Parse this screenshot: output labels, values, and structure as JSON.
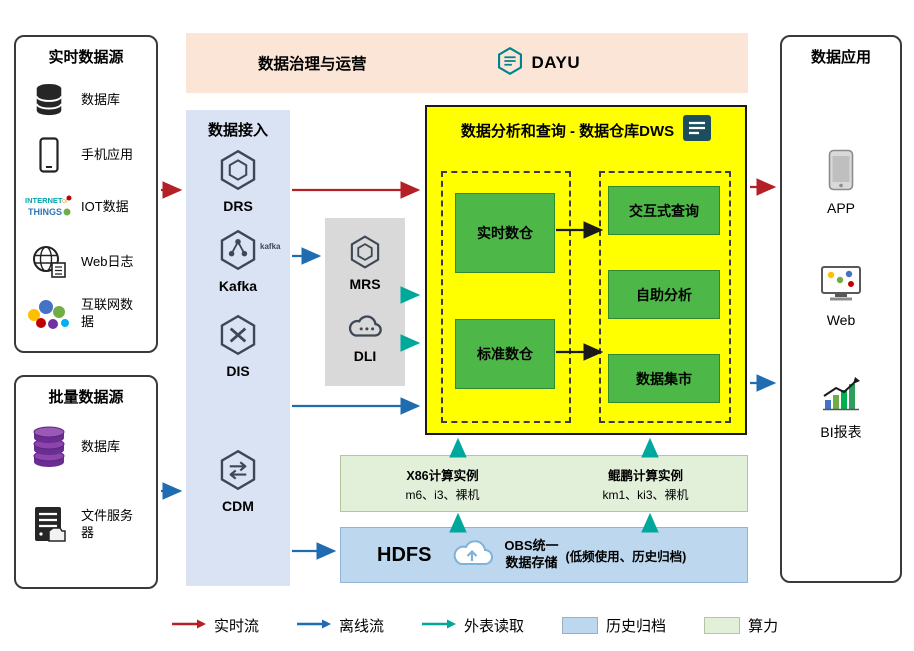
{
  "realtime_sources": {
    "title": "实时数据源",
    "items": [
      {
        "label": "数据库",
        "icon": "database-icon"
      },
      {
        "label": "手机应用",
        "icon": "phone-icon"
      },
      {
        "label": "IOT数据",
        "icon": "iot-icon"
      },
      {
        "label": "Web日志",
        "icon": "web-log-icon"
      },
      {
        "label": "互联网数据",
        "icon": "internet-data-icon"
      }
    ]
  },
  "batch_sources": {
    "title": "批量数据源",
    "items": [
      {
        "label": "数据库",
        "icon": "database-stack-icon"
      },
      {
        "label": "文件服务器",
        "icon": "file-server-icon"
      }
    ]
  },
  "governance": {
    "title": "数据治理与运营",
    "logo_text": "DAYU"
  },
  "ingestion": {
    "title": "数据接入",
    "items": [
      {
        "label": "DRS",
        "icon": "drs-icon"
      },
      {
        "label": "Kafka",
        "icon": "kafka-icon",
        "badge": "kafka"
      },
      {
        "label": "DIS",
        "icon": "dis-icon"
      },
      {
        "label": "CDM",
        "icon": "cdm-icon"
      }
    ]
  },
  "processing": {
    "items": [
      {
        "label": "MRS",
        "icon": "mrs-icon"
      },
      {
        "label": "DLI",
        "icon": "dli-icon"
      }
    ]
  },
  "dws": {
    "title": "数据分析和查询 - 数据仓库DWS",
    "warehouses": [
      {
        "label": "实时数仓"
      },
      {
        "label": "标准数仓"
      }
    ],
    "services": [
      {
        "label": "交互式查询"
      },
      {
        "label": "自助分析"
      },
      {
        "label": "数据集市"
      }
    ]
  },
  "compute": {
    "instances": [
      {
        "title": "X86计算实例",
        "specs": "m6、i3、裸机"
      },
      {
        "title": "鲲鹏计算实例",
        "specs": "km1、ki3、裸机"
      }
    ]
  },
  "storage": {
    "hdfs_label": "HDFS",
    "obs_label": "OBS统一数据存储",
    "obs_note": "(低频使用、历史归档)"
  },
  "applications": {
    "title": "数据应用",
    "items": [
      {
        "label": "APP",
        "icon": "app-phone-icon"
      },
      {
        "label": "Web",
        "icon": "web-monitor-icon"
      },
      {
        "label": "BI报表",
        "icon": "bi-chart-icon"
      }
    ]
  },
  "legend": {
    "items": [
      {
        "label": "实时流",
        "type": "arrow",
        "color": "#b42025"
      },
      {
        "label": "离线流",
        "type": "arrow",
        "color": "#1f6cb0"
      },
      {
        "label": "外表读取",
        "type": "arrow",
        "color": "#00a89b"
      },
      {
        "label": "历史归档",
        "type": "swatch",
        "color": "#bdd7ee"
      },
      {
        "label": "算力",
        "type": "swatch",
        "color": "#e2efd9"
      }
    ]
  },
  "colors": {
    "realtime_flow": "#b42025",
    "offline_flow": "#1f6cb0",
    "external_read": "#00a89b",
    "dws_background": "#ffff00",
    "service_green": "#4db848",
    "ingestion_background": "#dae3f3",
    "governance_background": "#fbe5d6",
    "processing_background": "#d9d9d9",
    "archive_background": "#bdd7ee",
    "compute_background": "#e2efd9"
  }
}
